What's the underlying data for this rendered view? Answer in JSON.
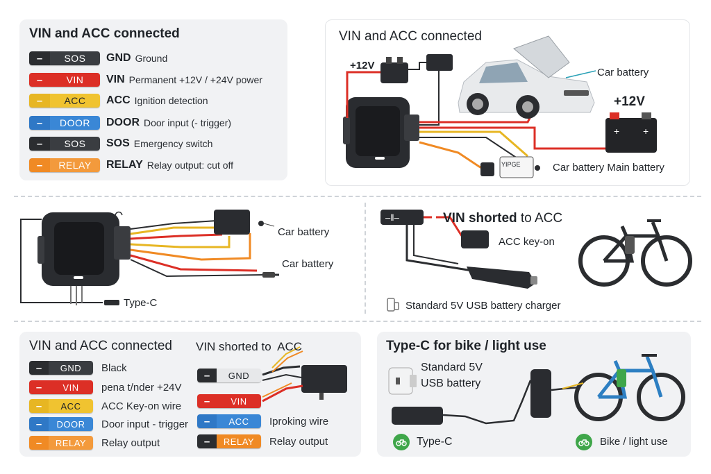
{
  "colors": {
    "black": "#2b2d30",
    "red": "#dc2f26",
    "yellow": "#e7b623",
    "blue": "#2f78c6",
    "orange": "#f08a24",
    "green": "#3fa64a"
  },
  "panel1": {
    "title": "VIN and ACC connected",
    "rows": [
      {
        "tag": "SOS",
        "key": "GND",
        "desc": "Ground",
        "color": "black"
      },
      {
        "tag": "VIN",
        "key": "VIN",
        "desc": "Permanent +12V / +24V power",
        "color": "red"
      },
      {
        "tag": "ACC",
        "key": "ACC",
        "desc": "Ignition detection",
        "color": "yellow"
      },
      {
        "tag": "DOOR",
        "key": "DOOR",
        "desc": "Door input (- trigger)",
        "color": "blue"
      },
      {
        "tag": "SOS",
        "key": "SOS",
        "desc": "Emergency switch",
        "color": "black"
      },
      {
        "tag": "RELAY",
        "key": "RELAY",
        "desc": "Relay output: cut off",
        "color": "orange"
      }
    ]
  },
  "panel2": {
    "title": "VIN and ACC connected",
    "label_12v_small": "+12V",
    "label_car_battery": "Car battery",
    "label_12v_big": "+12V",
    "label_bottom": "Car battery Main battery",
    "relay_text": "YIPGE"
  },
  "panel3": {
    "label_car_battery_1": "Car battery",
    "label_car_battery_2": "Car battery",
    "label_typec": "Type-C"
  },
  "panel4": {
    "title_bold": "VIN shorted",
    "title_rest": "to ACC",
    "label_acc": "ACC key-on",
    "label_charger": "Standard 5V USB battery charger"
  },
  "panel5": {
    "title": "VIN and ACC connected",
    "rows": [
      {
        "tag": "GND",
        "text": "Black",
        "color": "black"
      },
      {
        "tag": "VIN",
        "text": "pena t/nder +24V",
        "color": "red"
      },
      {
        "tag": "ACC",
        "text": "ACC Key-on wire",
        "color": "yellow"
      },
      {
        "tag": "DOOR",
        "text": "Door input - trigger",
        "color": "blue"
      },
      {
        "tag": "RELAY",
        "text": "Relay output",
        "color": "orange"
      }
    ]
  },
  "panel6": {
    "title": "VIN shorted to  ACC",
    "rows": [
      {
        "tag": "GND",
        "color": "black"
      },
      {
        "tag": "VIN",
        "color": "red"
      },
      {
        "tag": "ACC",
        "text": "Iproking wire",
        "color": "blue"
      },
      {
        "tag": "RELAY",
        "text": "Relay output",
        "color": "orange"
      }
    ]
  },
  "panel7": {
    "title": "Type-C for bike / light use",
    "label_standard_line1": "Standard 5V",
    "label_standard_line2": "USB battery",
    "label_typec": "Type-C",
    "label_bike": "Bike / light use"
  }
}
